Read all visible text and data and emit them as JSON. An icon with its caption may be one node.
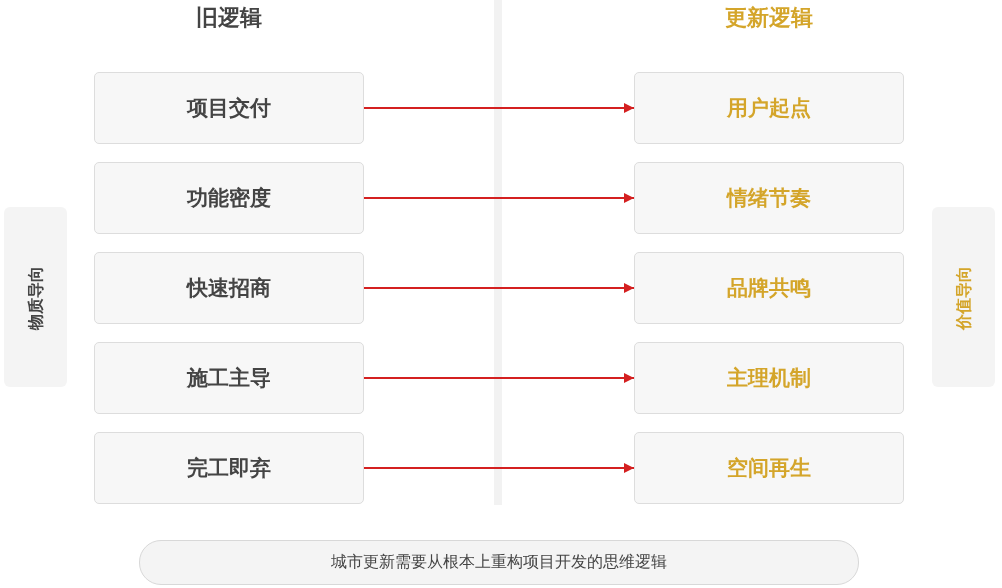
{
  "diagram": {
    "nodes": [
      {
        "text": [
          "项目交付"
        ]
      },
      {
        "text": [
          "功能密度"
        ]
      },
      {
        "text": [
          "快速招商"
        ]
      },
      {
        "text": [
          "施工主导"
        ]
      },
      {
        "text": [
          "完工即弃"
        ]
      },
      {
        "text": [
          "用户起点"
        ]
      },
      {
        "text": [
          "情绪节奏"
        ]
      },
      {
        "text": [
          "品牌共鸣"
        ]
      },
      {
        "text": [
          "主理机制"
        ]
      },
      {
        "text": [
          "空间再生"
        ]
      },
      {
        "text": [
          "物质导向"
        ]
      },
      {
        "text": [
          "价值导向"
        ]
      },
      {
        "text": [
          "城市更新需要从根本上重构项目开发的思维逻辑"
        ]
      }
    ],
    "edges": [
      {
        "from": 0,
        "to": 5,
        "arrow": "to"
      },
      {
        "from": 1,
        "to": 6,
        "arrow": "to"
      },
      {
        "from": 2,
        "to": 7,
        "arrow": "to"
      },
      {
        "from": 3,
        "to": 8,
        "arrow": "to"
      },
      {
        "from": 4,
        "to": 9,
        "arrow": "to"
      }
    ],
    "labels": [
      "旧逻辑",
      "更新逻辑"
    ]
  }
}
